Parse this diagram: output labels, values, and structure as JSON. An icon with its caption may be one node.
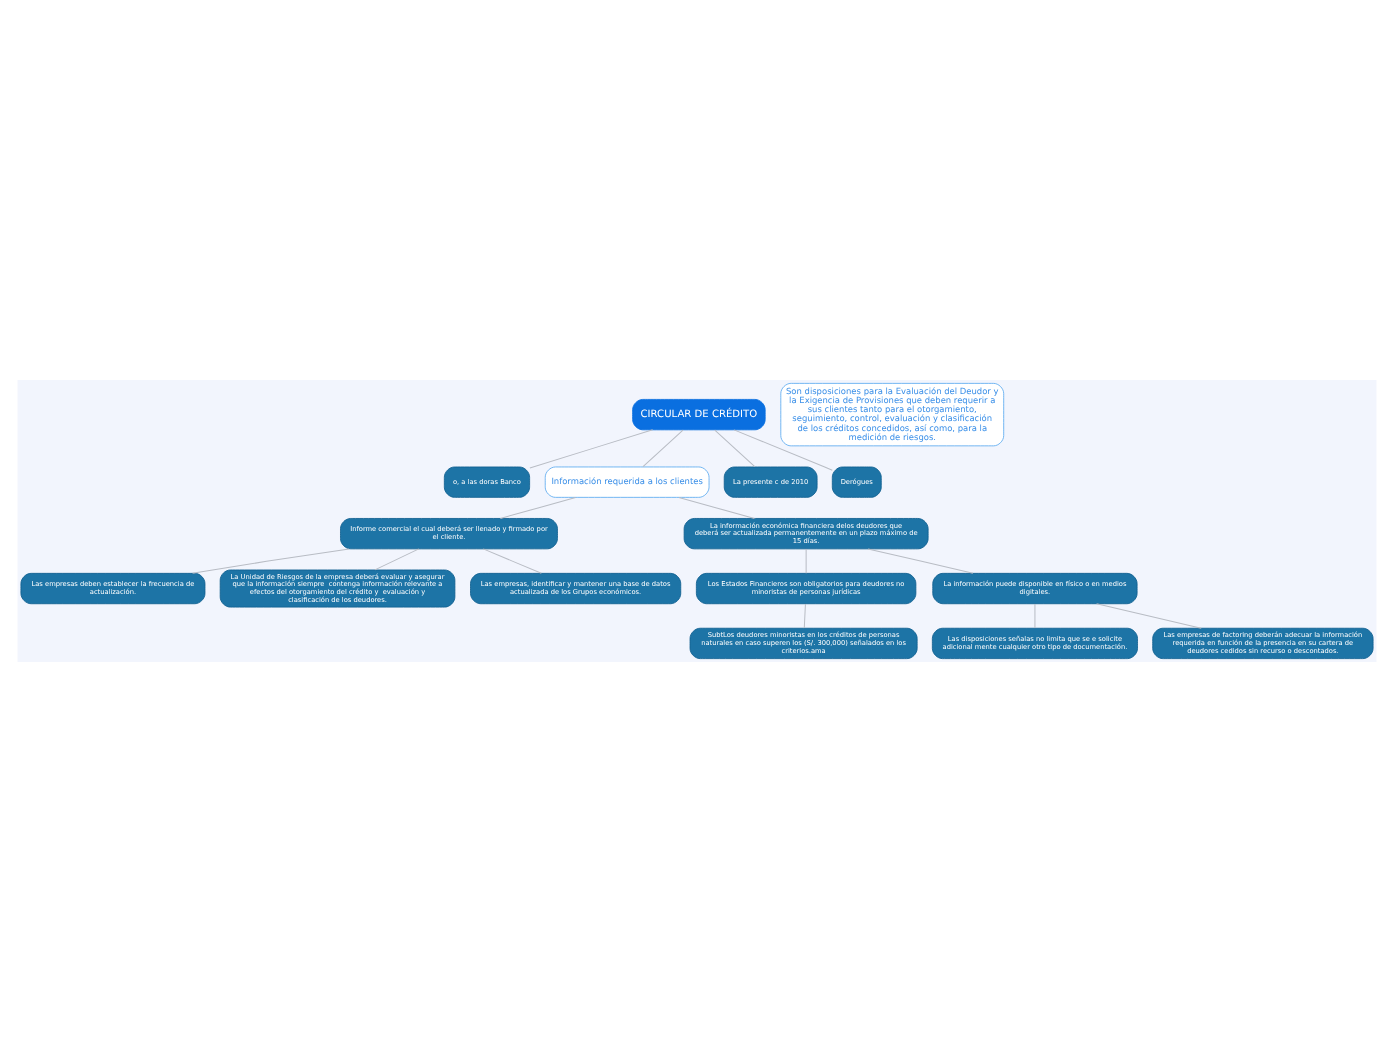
{
  "diagram": {
    "nodes": [
      {
        "text": [
          "CIRCULAR DE CRÉDITO"
        ]
      },
      {
        "text": [
          "Son disposiciones para la Evaluación del Deudor y la Exigencia de Provisiones que deben requerir a sus clientes tanto para el otorgamiento, seguimiento, control, evaluación y clasificación de los créditos concedidos, así como, para la medición de riesgos."
        ]
      },
      {
        "text": [
          "o, a las doras Banco"
        ]
      },
      {
        "text": [
          "Información requerida a los clientes"
        ]
      },
      {
        "text": [
          "La presente c de 2010"
        ]
      },
      {
        "text": [
          "Derógues"
        ]
      },
      {
        "text": [
          "Informe comercial el cual deberá ser llenado y firmado por el cliente."
        ]
      },
      {
        "text": [
          "Las empresas deben establecer la frecuencia de actualización."
        ]
      },
      {
        "text": [
          "La Unidad de Riesgos de la empresa deberá evaluar y asegurar que la información siempre  contenga información relevante a efectos del otorgamiento del crédito y  evaluación y clasificación de los deudores."
        ]
      },
      {
        "text": [
          "Las empresas, identificar y mantener una base de datos actualizada de los Grupos económicos."
        ]
      },
      {
        "text": [
          "La información económica financiera delos deudores que deberá ser actualizada permanentemente en un plazo máximo de 15 días."
        ]
      },
      {
        "text": [
          "Los Estados Financieros son obligatorios para deudores no minoristas de personas jurídicas"
        ]
      },
      {
        "text": [
          "SubtLos deudores minoristas en los créditos de personas naturales en caso superen los (S/. 300,000) señalados en los criterios.ama"
        ]
      },
      {
        "text": [
          "La información puede disponible en físico o en medios digitales."
        ]
      },
      {
        "text": [
          "Las disposiciones señalas no limita que se e solicite adicional mente cualquier otro tipo de documentación."
        ]
      },
      {
        "text": [
          "Las empresas de factoring deberán adecuar la información requerida en función de la presencia en su cartera de deudores cedidos sin recurso o descontados."
        ]
      }
    ],
    "edges": [
      {
        "from": 0,
        "to": 2,
        "arrow": "none"
      },
      {
        "from": 0,
        "to": 3,
        "arrow": "none"
      },
      {
        "from": 0,
        "to": 4,
        "arrow": "none"
      },
      {
        "from": 0,
        "to": 5,
        "arrow": "none"
      },
      {
        "from": 3,
        "to": 6,
        "arrow": "none"
      },
      {
        "from": 6,
        "to": 7,
        "arrow": "none"
      },
      {
        "from": 6,
        "to": 8,
        "arrow": "none"
      },
      {
        "from": 6,
        "to": 9,
        "arrow": "none"
      },
      {
        "from": 3,
        "to": 10,
        "arrow": "none"
      },
      {
        "from": 10,
        "to": 11,
        "arrow": "none"
      },
      {
        "from": 11,
        "to": 12,
        "arrow": "none"
      },
      {
        "from": 10,
        "to": 13,
        "arrow": "none"
      },
      {
        "from": 13,
        "to": 14,
        "arrow": "none"
      },
      {
        "from": 13,
        "to": 15,
        "arrow": "none"
      }
    ]
  }
}
